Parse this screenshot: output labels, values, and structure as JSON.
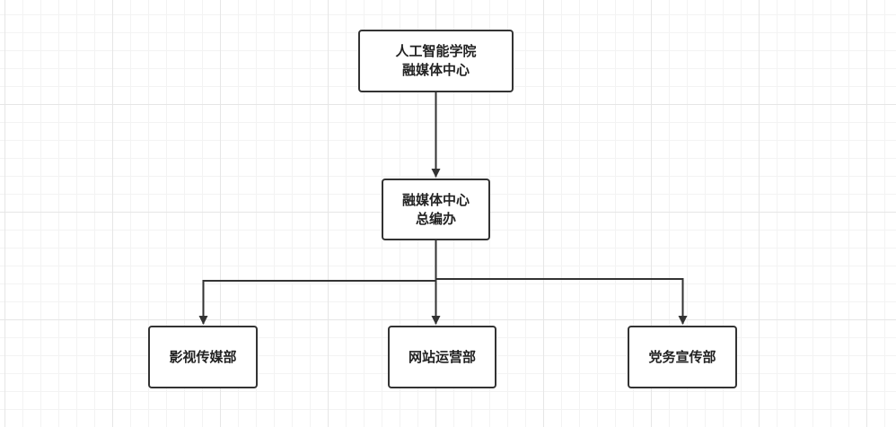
{
  "diagram": {
    "nodes": {
      "root": {
        "line1": "人工智能学院",
        "line2": "融媒体中心"
      },
      "editor": {
        "line1": "融媒体中心",
        "line2": "总编办"
      },
      "video": {
        "label": "影视传媒部"
      },
      "web": {
        "label": "网站运营部"
      },
      "party": {
        "label": "党务宣传部"
      }
    },
    "edges": [
      {
        "from": "root",
        "to": "editor"
      },
      {
        "from": "editor",
        "to": "video"
      },
      {
        "from": "editor",
        "to": "web"
      },
      {
        "from": "editor",
        "to": "party"
      }
    ],
    "colors": {
      "stroke": "#333333",
      "text": "#222222",
      "grid": "#e6e6e6"
    }
  }
}
